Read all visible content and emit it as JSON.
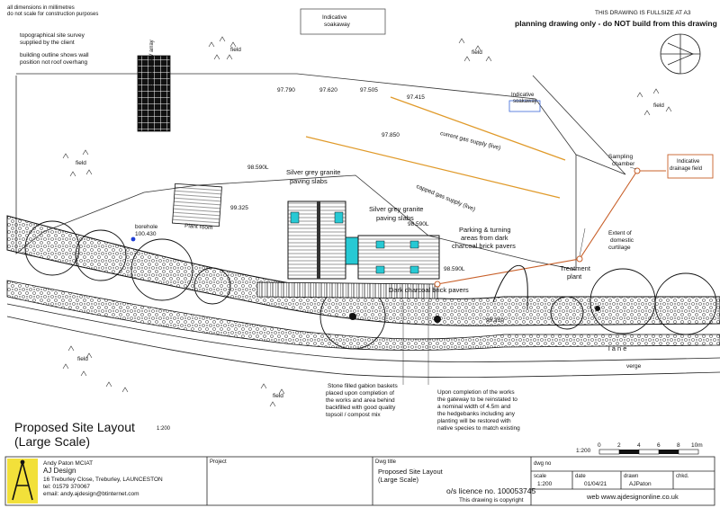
{
  "notes": {
    "n1": "all dimensions in millimetres",
    "n2": "do not scale for construction purposes",
    "n3": "topographical site survey",
    "n4": "supplied by the client",
    "n5": "building outline shows wall",
    "n6": "position not roof overhang"
  },
  "header": {
    "fullsize": "THIS DRAWING IS FULLSIZE AT A3",
    "warning": "planning drawing only - do NOT build from this drawing"
  },
  "labels": {
    "soakaway_top": "Indicative",
    "soakaway_top2": "soakaway",
    "soakaway_small1": "Indicative",
    "soakaway_small2": "soakaway",
    "field": "field",
    "pv": "6kW solar PV array",
    "plant_room": "Plant room",
    "borehole": "borehole",
    "borehole_level": "100.430",
    "current_gas": "current gas supply (live)",
    "capped_gas": "capped gas supply (live)",
    "paving1a": "Silver grey granite",
    "paving1b": "paving slabs",
    "paving2a": "Silver grey granite",
    "paving2b": "paving slabs",
    "parking1": "Parking & turning",
    "parking2": "areas from dark",
    "parking3": "charcoal brick pavers",
    "pavers": "Dark charcoal brick pavers",
    "sampling1": "Sampling",
    "sampling2": "chamber",
    "drain1": "Indicative",
    "drain2": "drainage field",
    "curtilage1": "Extent of",
    "curtilage2": "domestic",
    "curtilage3": "curtilage",
    "treatment1": "Treatment",
    "treatment2": "plant",
    "lane": "l a n e",
    "verge": "verge",
    "gabion1": "Stone filled gabion baskets",
    "gabion2": "placed upon completion of",
    "gabion3": "the works and area behind",
    "gabion4": "backfilled with good quality",
    "gabion5": "topsoil / compost mix",
    "gate1": "Upon completion of the works",
    "gate2": "the gateway to be reinstated to",
    "gate3": "a nominal width of 4.5m and",
    "gate4": "the hedgebanks including any",
    "gate5": "planting will be restored with",
    "gate6": "native species to match existing"
  },
  "levels": [
    "97.790",
    "97.620",
    "97.505",
    "97.415",
    "97.850",
    "98.590L",
    "99.325",
    "98.590L",
    "98.590L",
    "99.310"
  ],
  "title": {
    "main1": "Proposed Site Layout",
    "main2": "(Large Scale)",
    "scale_note": "1:200"
  },
  "scalebar": {
    "label": "1:200",
    "ticks": [
      "0",
      "2",
      "4",
      "6",
      "8",
      "10m"
    ]
  },
  "titleblock": {
    "name": "Andy Paton MCIAT",
    "company": "AJ Design",
    "address": "16 Treburley Close, Treburley, LAUNCESTON",
    "tel": "tel: 01579 370067",
    "email": "email: andy.ajdesign@btinternet.com",
    "project_label": "Project",
    "dwg_title_label": "Dwg title",
    "dwg_title1": "Proposed Site Layout",
    "dwg_title2": "(Large Scale)",
    "licence": "o/s licence no. 100053745",
    "copyright": "This drawing is copyright",
    "dwg_no_label": "dwg no",
    "scale_label": "scale",
    "scale_val": "1:200",
    "date_label": "date",
    "date_val": "01/04/21",
    "drawn_label": "drawn",
    "drawn_val": "AJPaton",
    "chkd_label": "chkd.",
    "web": "web www.ajdesignonline.co.uk"
  },
  "colors": {
    "gas_line": "#e09a2a",
    "drain_line": "#c8602a",
    "glazing": "#27c9d4",
    "borehole": "#1f3fd6",
    "soakaway_box": "#3a66d8",
    "logo_yellow": "#f2e03a"
  }
}
